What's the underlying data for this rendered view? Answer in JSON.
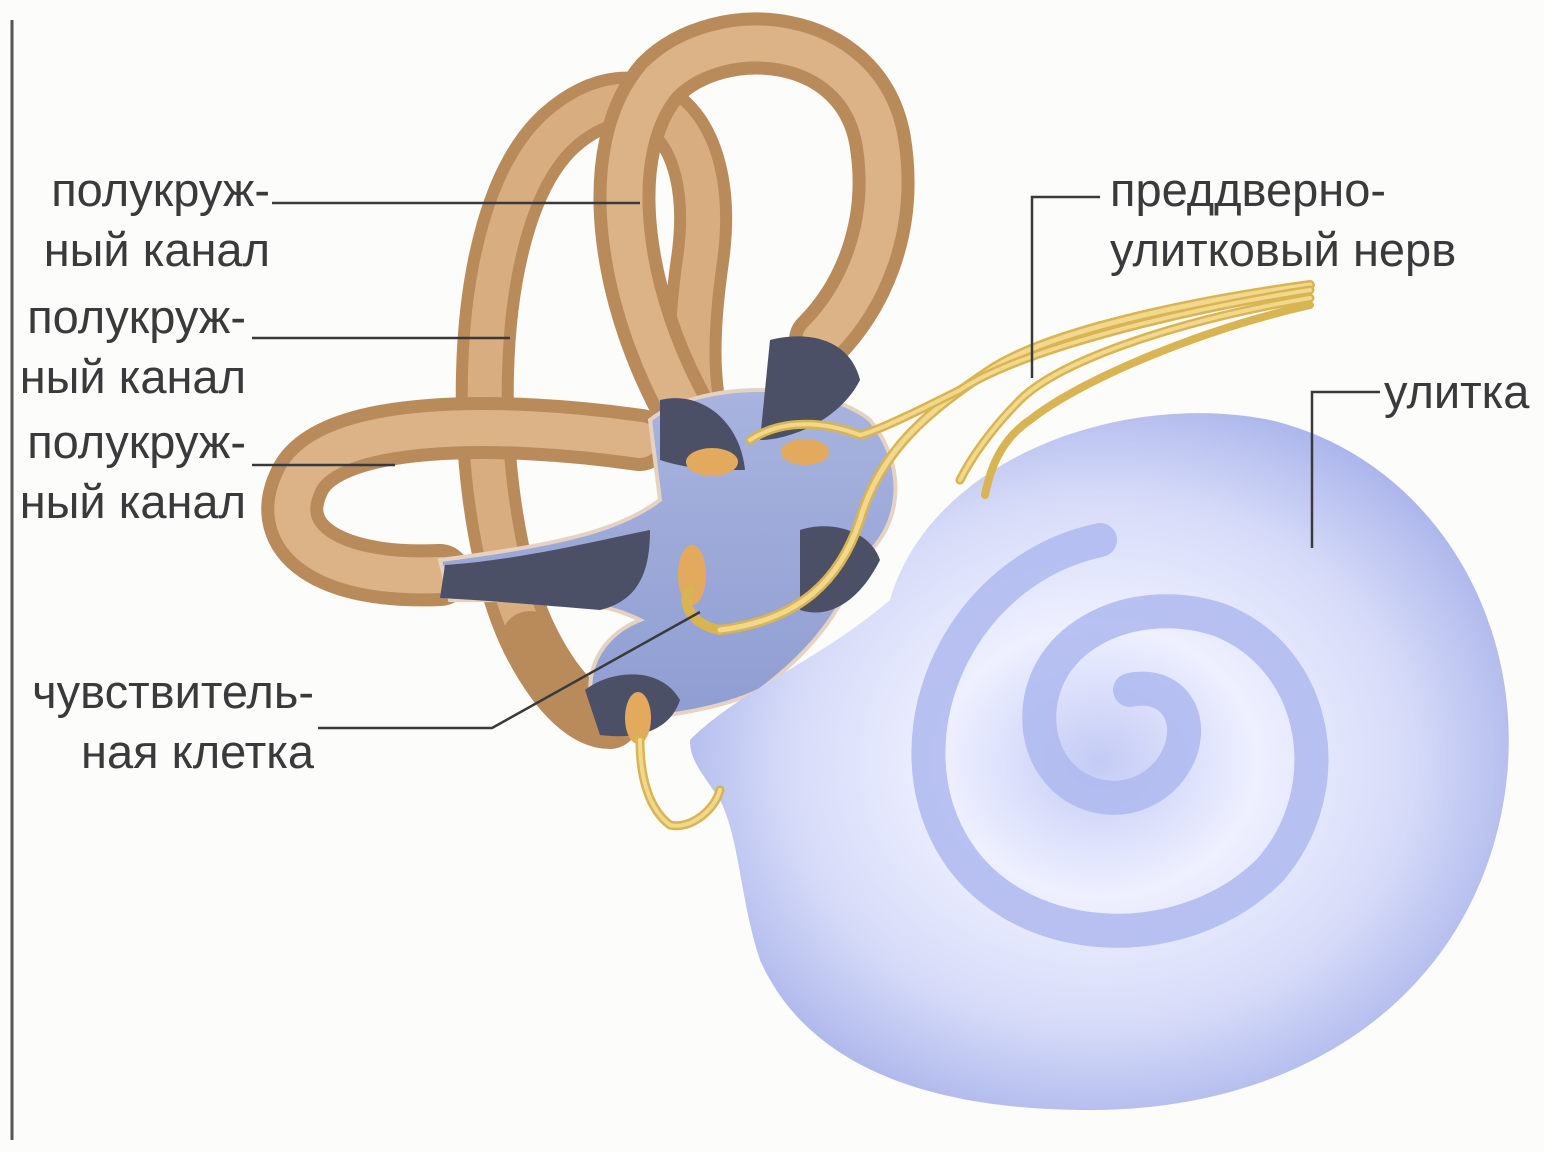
{
  "labels": {
    "canal_1": {
      "line1": "полукруж-",
      "line2": "ный канал"
    },
    "canal_2": {
      "line1": "полукруж-",
      "line2": "ный канал"
    },
    "canal_3": {
      "line1": "полукруж-",
      "line2": "ный канал"
    },
    "sensory_cell": {
      "line1": "чувствитель-",
      "line2": "ная клетка"
    },
    "nerve": {
      "line1": "преддверно-",
      "line2": "улитковый нерв"
    },
    "cochlea": {
      "line1": "улитка"
    }
  },
  "colors": {
    "canal": "#d6a877",
    "canal_dark": "#b07e4e",
    "vestibule": "#9eacd8",
    "cavity": "#4b5066",
    "nerve": "#efd07a",
    "cochlea_light": "#ffffff",
    "cochlea_blue": "#b4bdf0",
    "leader_line": "#3a3a3c"
  }
}
